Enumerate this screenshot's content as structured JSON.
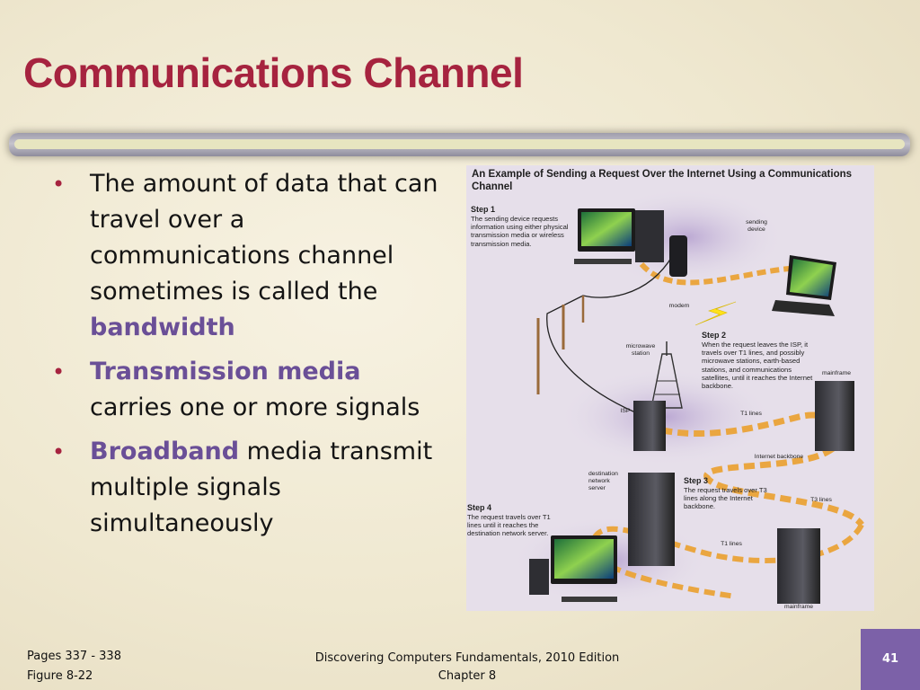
{
  "slide": {
    "title": "Communications Channel",
    "bullets": [
      {
        "pre": "The amount of data that can travel over a communications channel sometimes is called the ",
        "term": "bandwidth",
        "post": ""
      },
      {
        "pre": "",
        "term": "Transmission media",
        "post": " carries one or more signals"
      },
      {
        "pre": "",
        "term": "Broadband",
        "post": " media transmit multiple signals simultaneously"
      }
    ],
    "accent_color": "#a6233f",
    "term_color": "#6a4f97"
  },
  "figure": {
    "title": "An Example of Sending a Request Over the Internet Using a Communications Channel",
    "steps": [
      {
        "label": "Step 1",
        "text": "The sending device requests information using either physical transmission media or wireless transmission media."
      },
      {
        "label": "Step 2",
        "text": "When the request leaves the ISP, it travels over T1 lines, and possibly microwave stations, earth-based stations, and communications satellites, until it reaches the Internet backbone."
      },
      {
        "label": "Step 3",
        "text": "The request travels over T3 lines along the Internet backbone."
      },
      {
        "label": "Step 4",
        "text": "The request travels over T1 lines until it reaches the destination network server."
      }
    ],
    "labels": {
      "sending_device": "sending device",
      "modem": "modem",
      "microwave_station": "microwave station",
      "isp": "ISP",
      "mainframe_top": "mainframe",
      "t1_lines_top": "T1 lines",
      "internet_backbone": "Internet backbone",
      "t3_lines": "T3 lines",
      "destination_server": "destination network server",
      "t1_lines_bottom": "T1 lines",
      "mainframe_bottom": "mainframe"
    }
  },
  "footer": {
    "pages": "Pages 337 - 338",
    "figure_ref": "Figure 8-22",
    "book": "Discovering Computers Fundamentals, 2010 Edition",
    "chapter": "Chapter 8",
    "page_number": "41"
  }
}
